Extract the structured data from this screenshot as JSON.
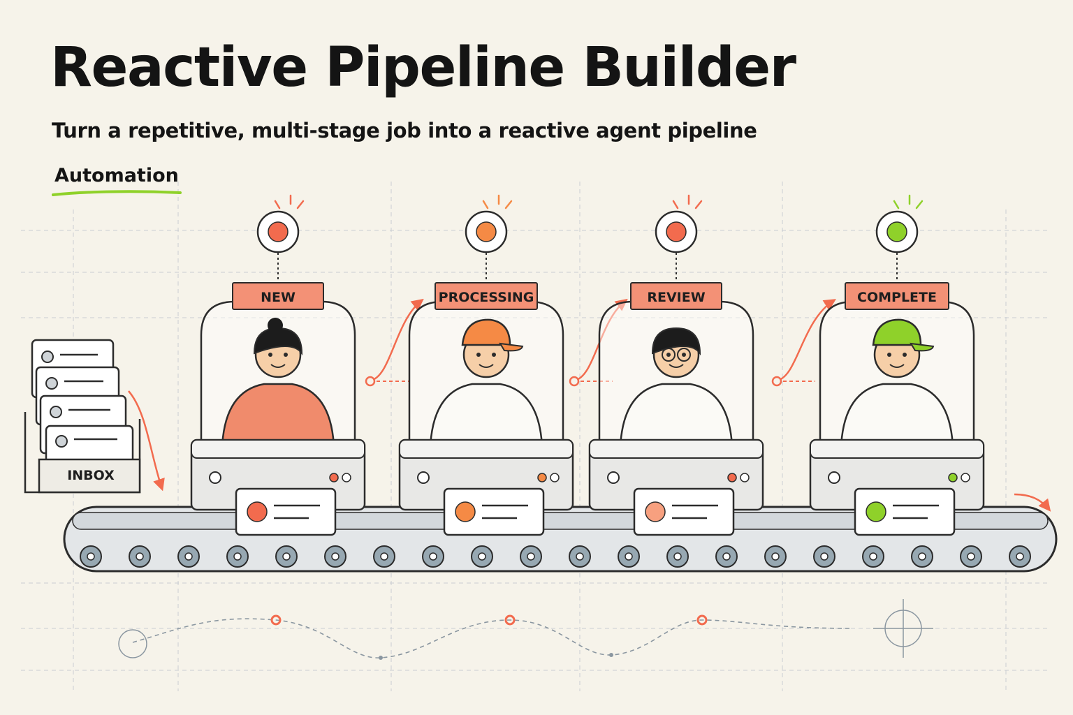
{
  "header": {
    "title": "Reactive Pipeline Builder",
    "subtitle": "Turn a repetitive, multi-stage job into a reactive agent pipeline",
    "tag": "Automation"
  },
  "inbox": {
    "label": "INBOX"
  },
  "stages": [
    {
      "id": "new",
      "label": "NEW",
      "status_color": "#f26b4e",
      "card_color": "#f26b4e",
      "status_icon": "status-light-icon"
    },
    {
      "id": "processing",
      "label": "PROCESSING",
      "status_color": "#f58a45",
      "card_color": "#f58a45",
      "status_icon": "status-light-icon"
    },
    {
      "id": "review",
      "label": "REVIEW",
      "status_color": "#f26b4e",
      "card_color": "#f7a07f",
      "status_icon": "status-light-icon"
    },
    {
      "id": "complete",
      "label": "COMPLETE",
      "status_color": "#8fd12a",
      "card_color": "#8fd12a",
      "status_icon": "status-light-icon"
    }
  ],
  "colors": {
    "background": "#f6f3ea",
    "accent_orange": "#f26b4e",
    "accent_green": "#8fd12a",
    "label_fill": "#f39176",
    "ink": "#2c2c2c",
    "belt_roller": "#97a8b2",
    "grid": "#c9cdd2"
  }
}
